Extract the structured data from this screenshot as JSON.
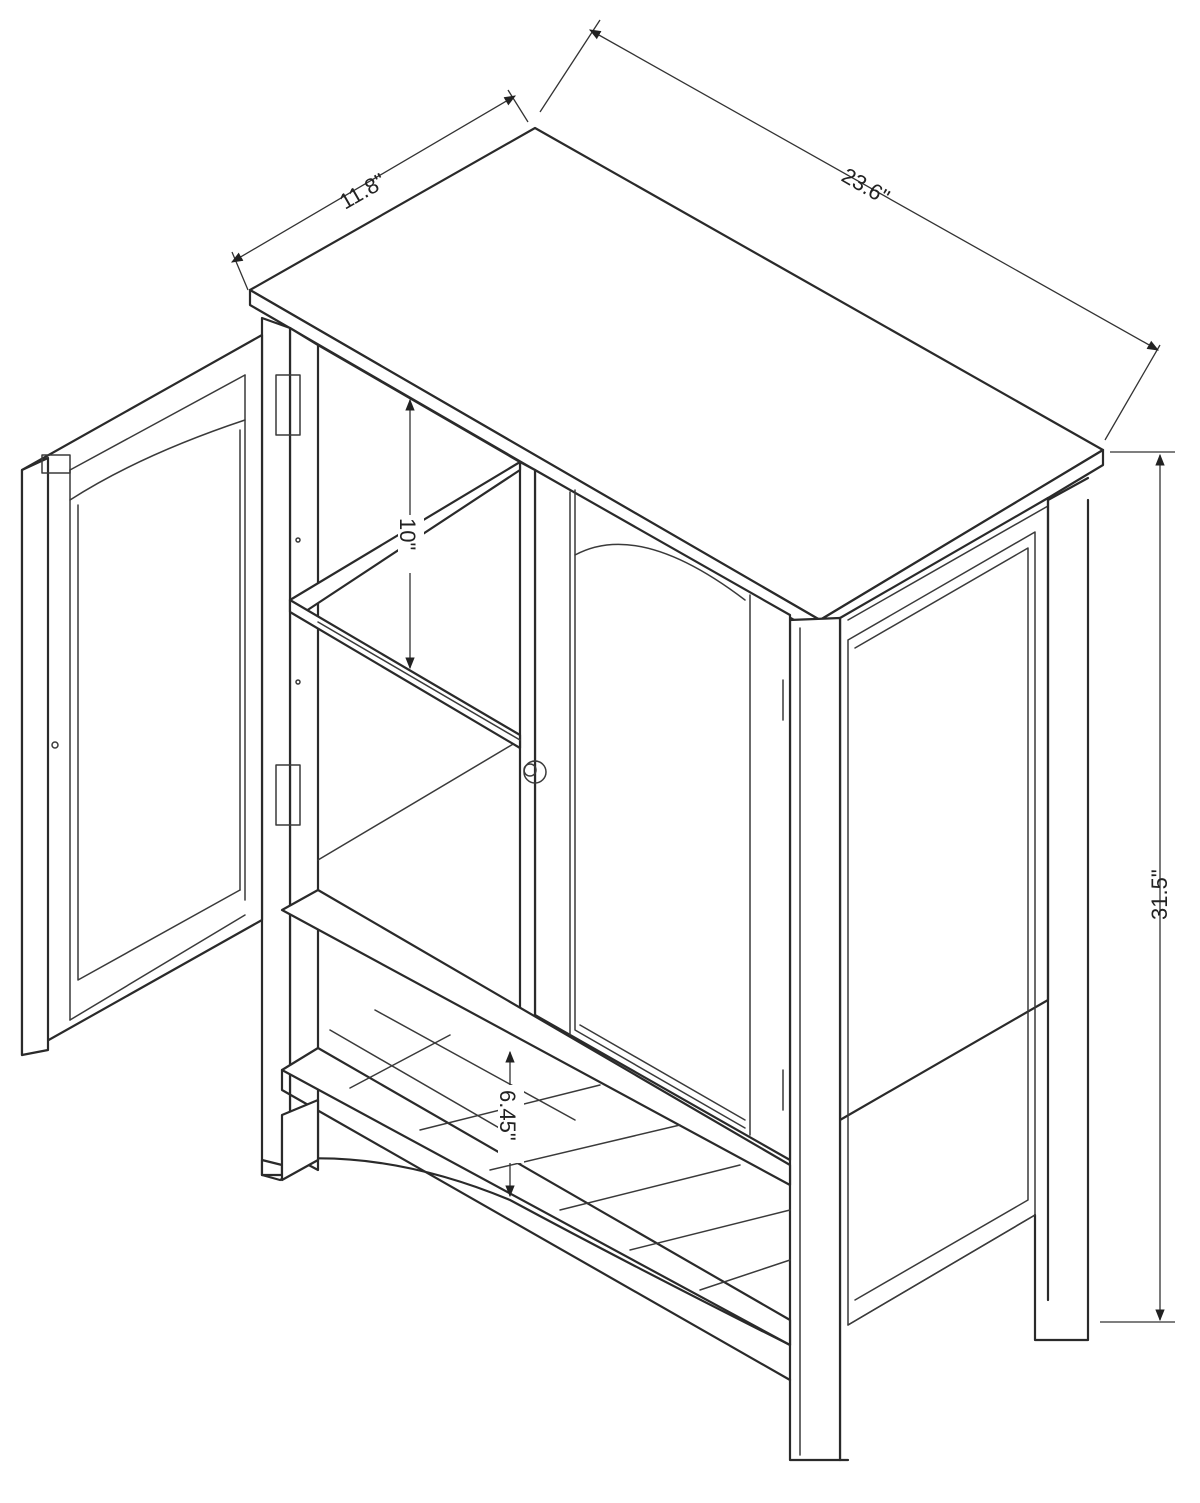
{
  "dimensions": {
    "depth": "11.8\"",
    "width": "23.6\"",
    "height": "31.5\"",
    "shelf_gap": "10\"",
    "bottom_gap": "6.45\""
  },
  "colors": {
    "line": "#2a2a2a",
    "background": "#ffffff"
  }
}
